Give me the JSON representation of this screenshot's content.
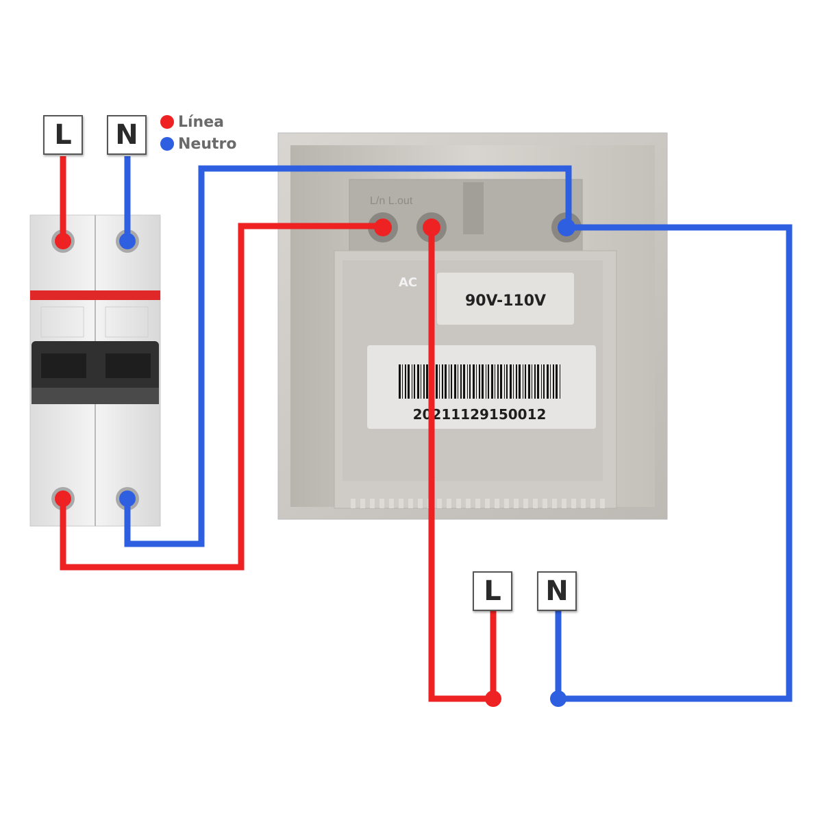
{
  "legend": {
    "items": [
      {
        "label": "Línea",
        "color": "#ee2222"
      },
      {
        "label": "Neutro",
        "color": "#2e5fe0"
      }
    ]
  },
  "supply_terminals": {
    "line_label": "L",
    "neutral_label": "N"
  },
  "load_terminals": {
    "line_label": "L",
    "neutral_label": "N"
  },
  "device": {
    "voltage_label": "90V-110V",
    "ac_label": "AC",
    "terminal_labels": "L/n  L.out",
    "serial_number": "20211129150012"
  },
  "breaker": {
    "poles": 2
  },
  "wire_colors": {
    "line": "#ee2222",
    "neutral": "#2e5fe0"
  }
}
